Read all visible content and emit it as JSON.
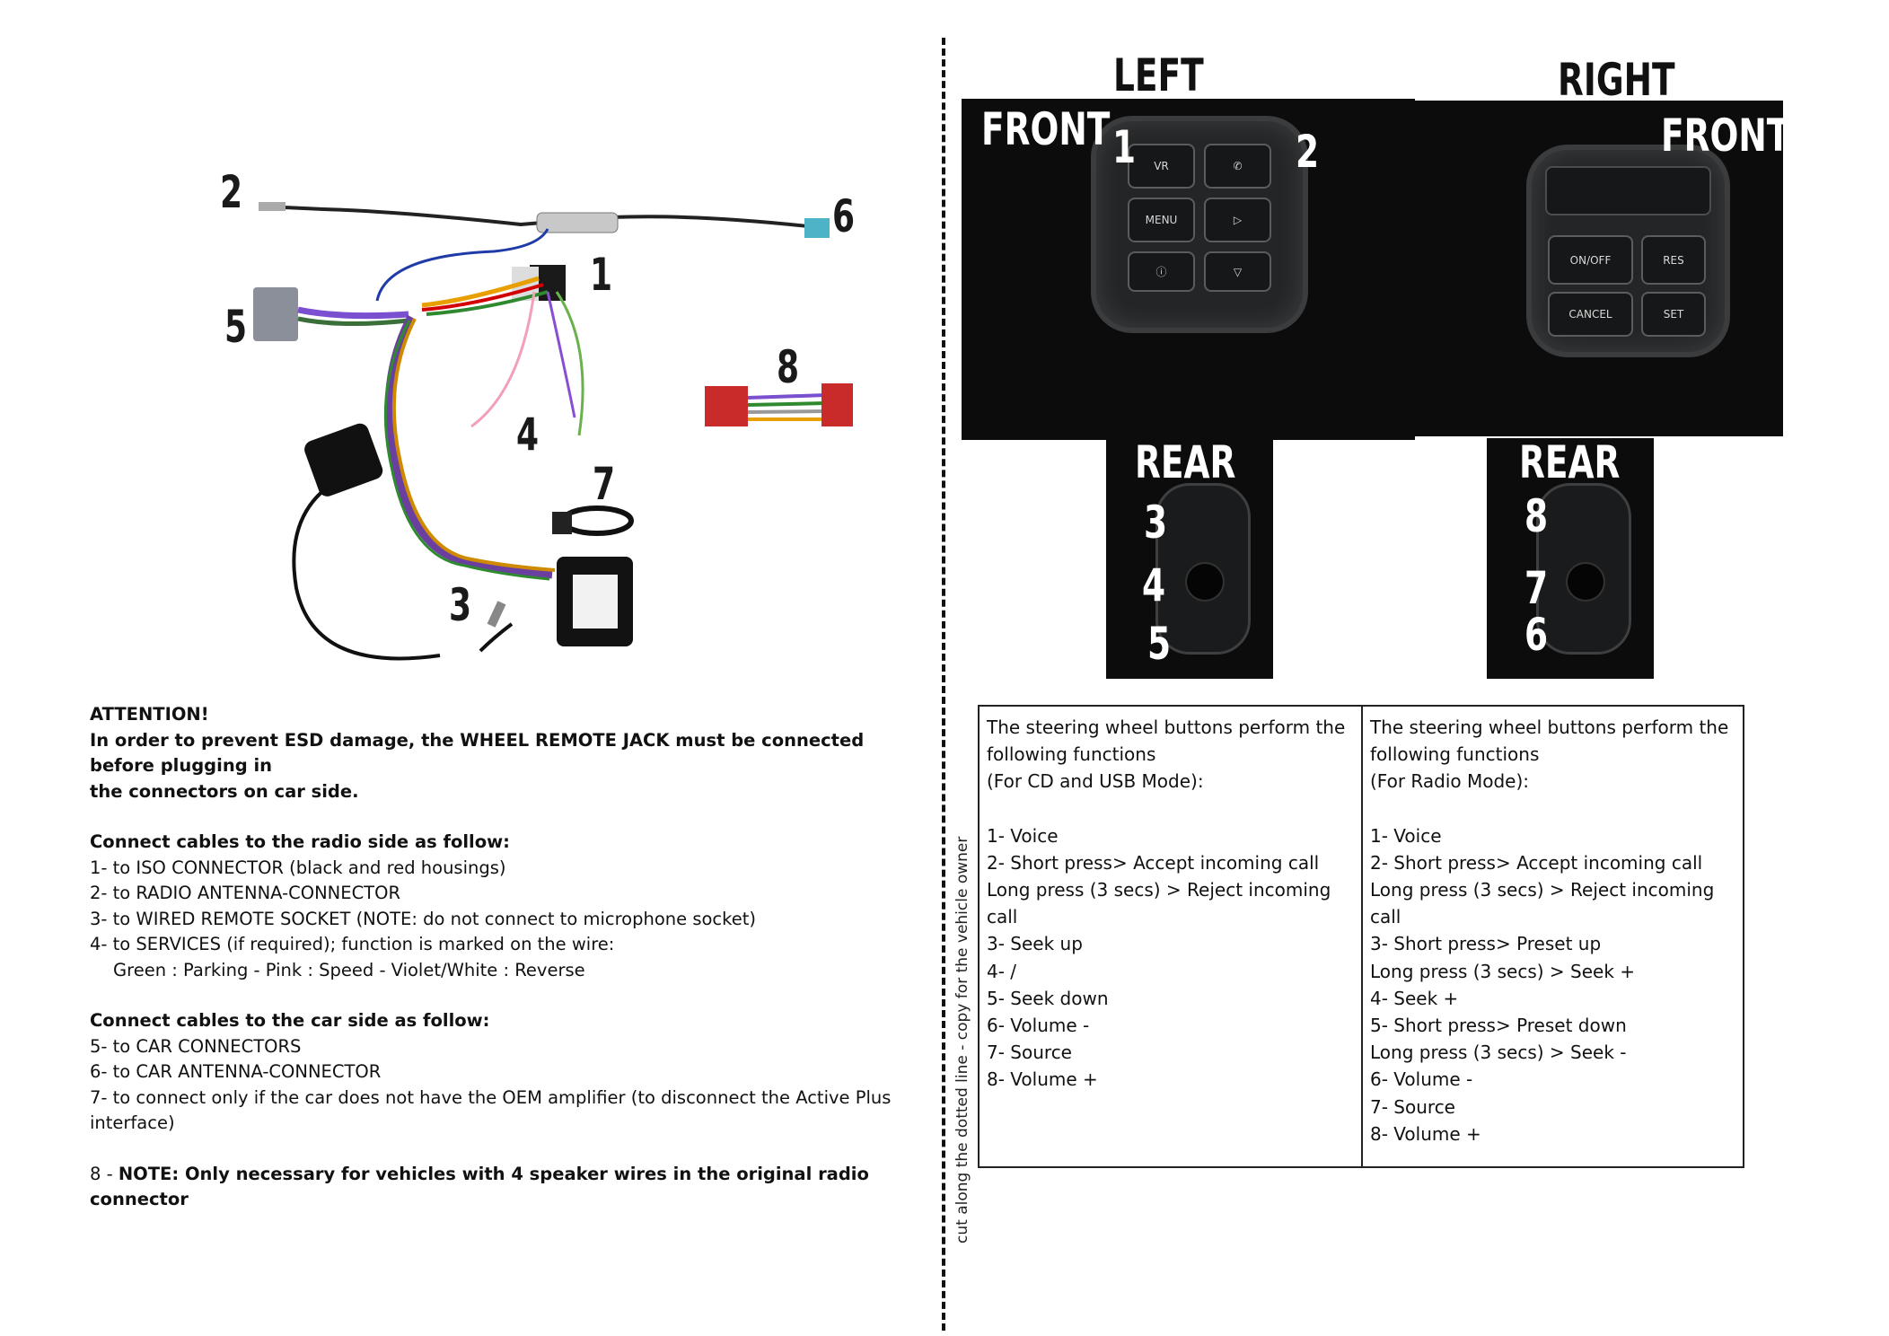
{
  "harness": {
    "labels": [
      "1",
      "2",
      "3",
      "4",
      "5",
      "6",
      "7",
      "8"
    ]
  },
  "attention": {
    "heading": "ATTENTION!",
    "warning_line1": "In order to prevent ESD damage, the WHEEL REMOTE JACK must be connected before plugging in",
    "warning_line2": "the connectors on car side.",
    "radio_heading": "Connect cables to the radio side as follow:",
    "radio_items": [
      "1- to ISO CONNECTOR (black and red housings)",
      "2- to RADIO ANTENNA-CONNECTOR",
      "3- to WIRED REMOTE SOCKET (NOTE: do not connect to microphone socket)",
      "4- to SERVICES (if required); function is marked on the wire:",
      "Green : Parking - Pink : Speed - Violet/White : Reverse"
    ],
    "car_heading": "Connect cables to the car side as follow:",
    "car_items": [
      "5- to CAR CONNECTORS",
      "6- to CAR ANTENNA-CONNECTOR",
      "7- to connect only if the car does not have the OEM amplifier (to disconnect the Active Plus interface)"
    ],
    "note_prefix": "8 - ",
    "note_text": "NOTE: Only necessary for vehicles with 4 speaker wires in the original radio connector"
  },
  "cut_note": "cut along the dotted line - copy for the vehicle owner",
  "photos": {
    "left_header": "LEFT",
    "right_header": "RIGHT",
    "front": "FRONT",
    "rear": "REAR",
    "left_front_numbers": [
      "1",
      "2"
    ],
    "right_front_numbers": [],
    "left_rear_numbers": [
      "3",
      "4",
      "5"
    ],
    "right_rear_numbers": [
      "8",
      "7",
      "6"
    ],
    "left_buttons": [
      "VR",
      "",
      "MENU",
      "",
      "",
      ""
    ],
    "right_buttons": [
      "ON/OFF",
      "RES",
      "CANCEL",
      "SET"
    ]
  },
  "table": {
    "cd_usb": {
      "intro": [
        "The steering wheel buttons perform the",
        "following functions",
        "(For CD and USB Mode):"
      ],
      "items": [
        "1-  Voice",
        "2-  Short press> Accept incoming call",
        "Long press (3 secs) > Reject incoming call",
        "3-  Seek up",
        "4-  /",
        "5-  Seek down",
        "6-   Volume -",
        "7-   Source",
        "8-   Volume +"
      ]
    },
    "radio": {
      "intro": [
        "The steering wheel buttons perform the",
        "following functions",
        "(For Radio Mode):"
      ],
      "items": [
        "1-  Voice",
        "2-  Short press> Accept incoming call",
        "Long press (3 secs) > Reject incoming call",
        "3-  Short press> Preset up",
        "Long press (3 secs) > Seek +",
        "4-  Seek +",
        "5-  Short press> Preset down",
        "Long press (3 secs) > Seek -",
        "6-   Volume -",
        "7-   Source",
        "8-   Volume +"
      ]
    }
  }
}
